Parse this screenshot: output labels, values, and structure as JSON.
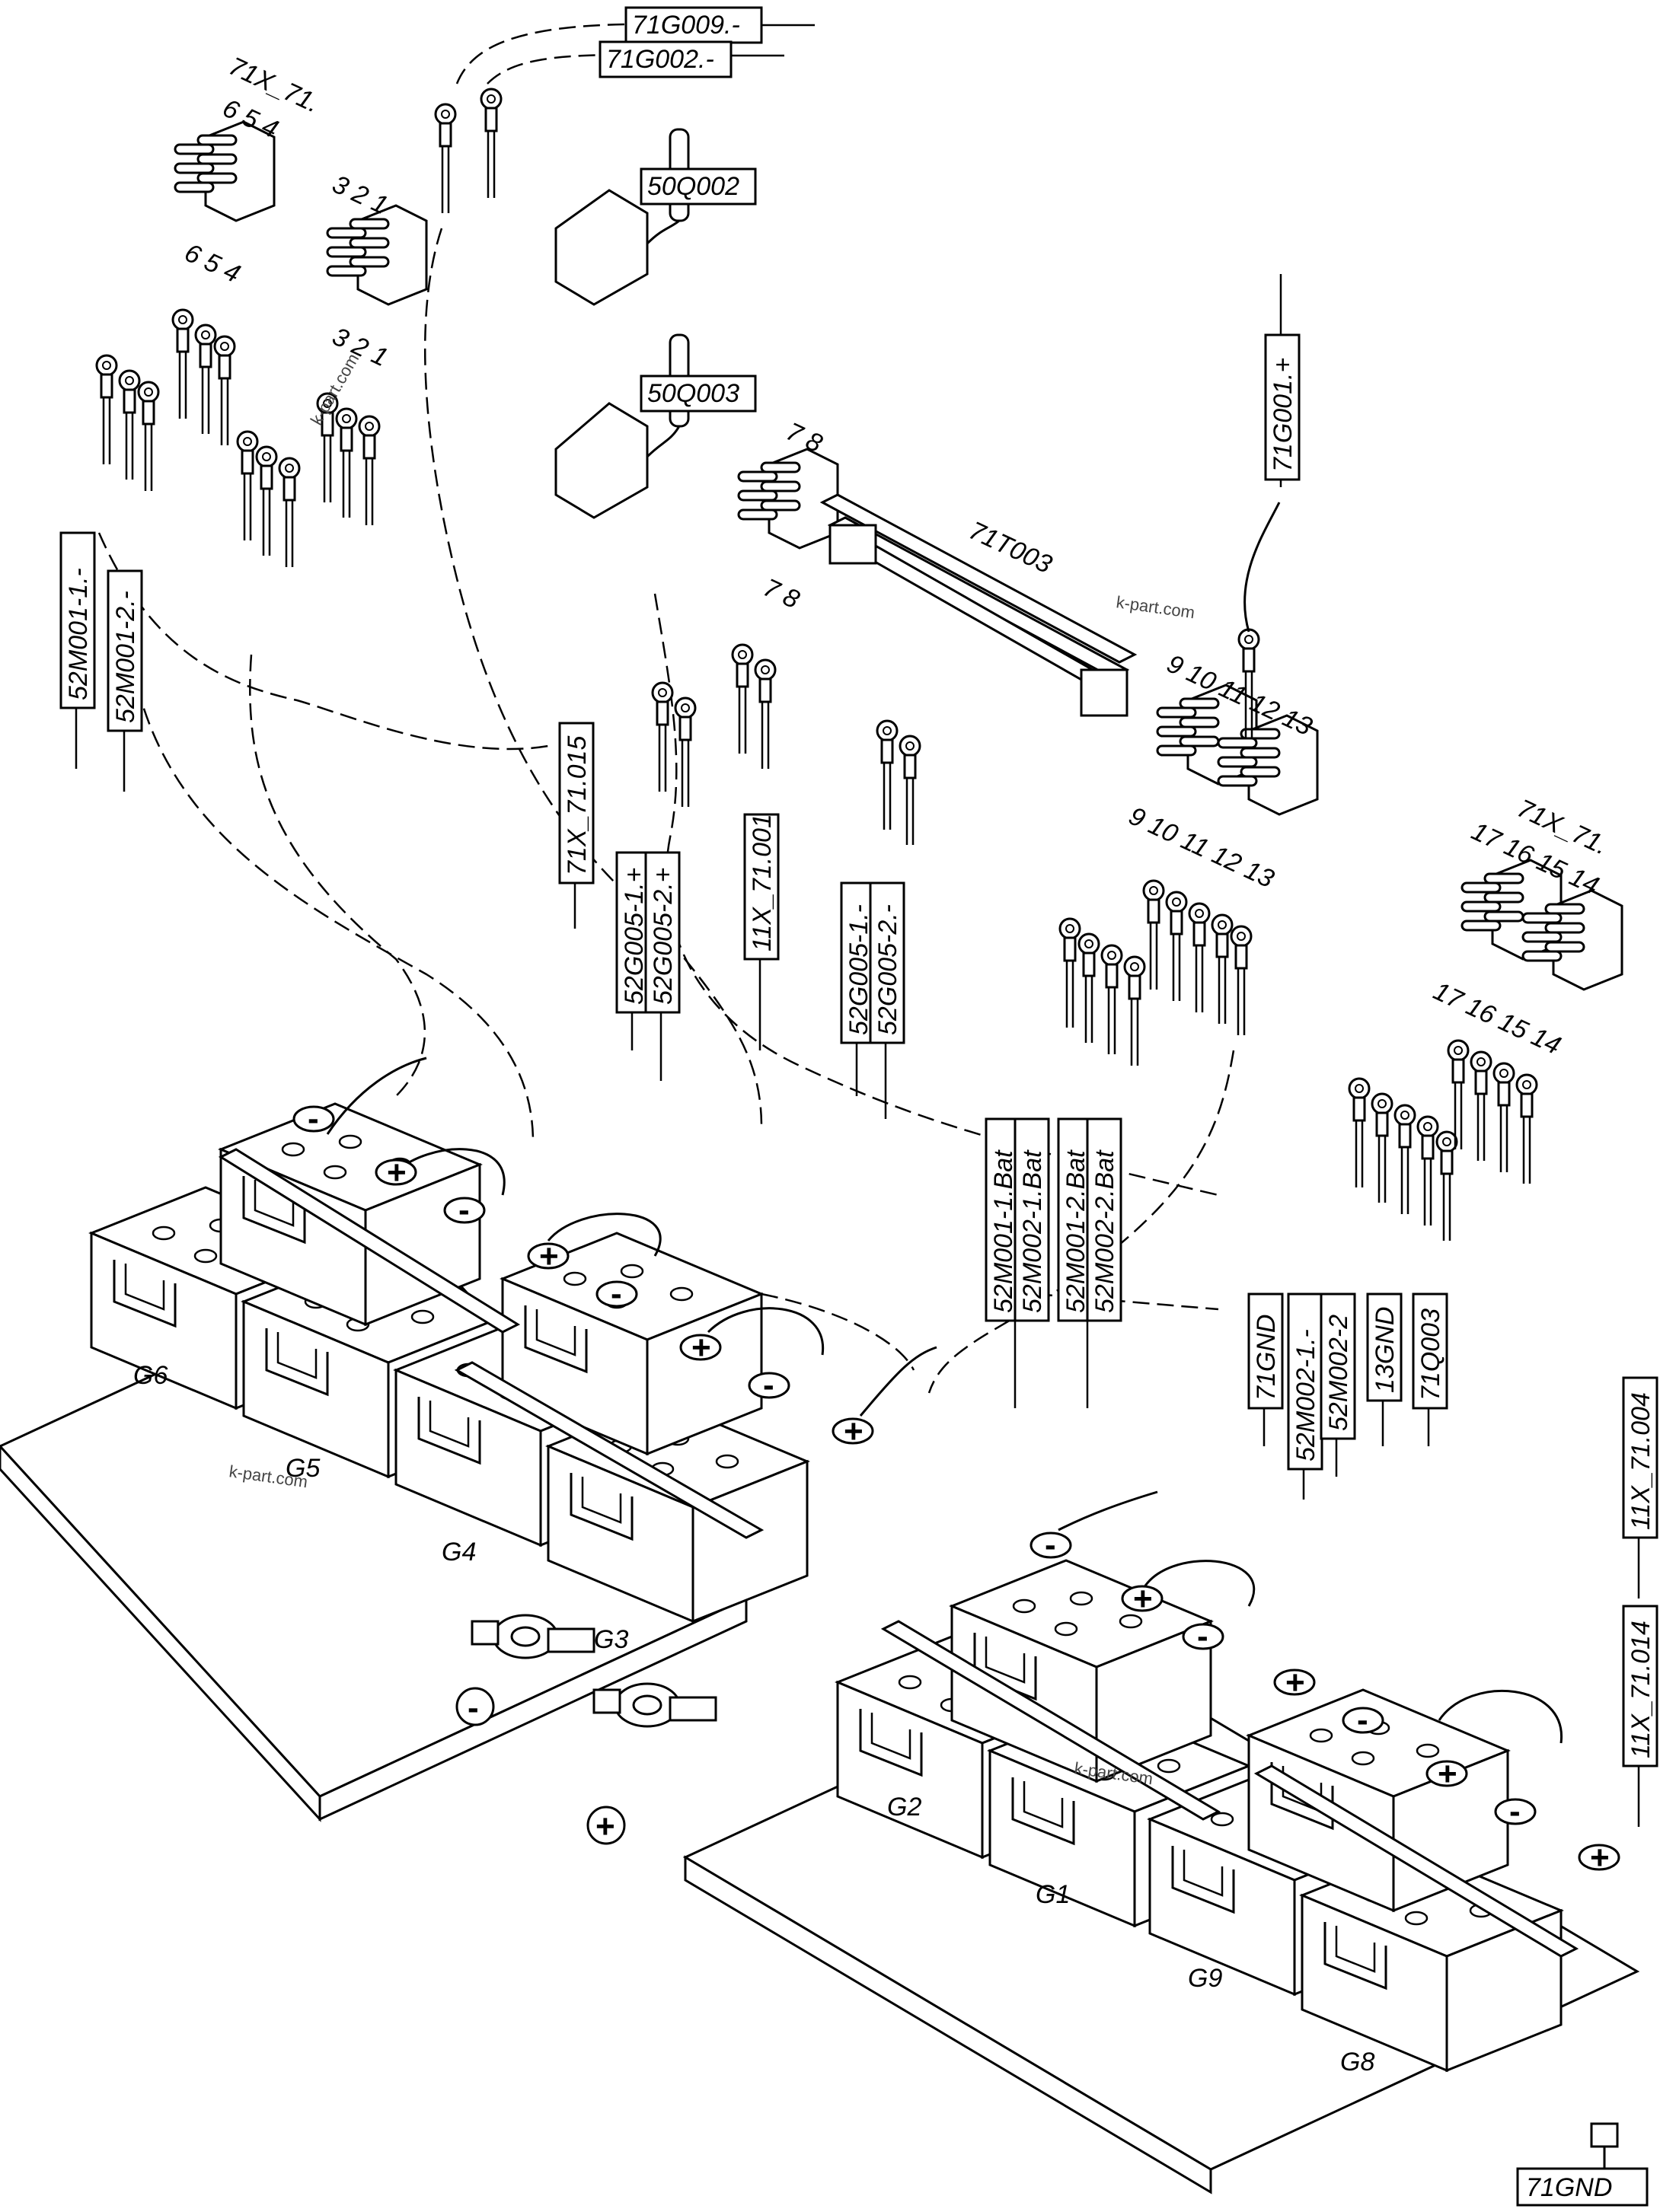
{
  "labels": {
    "g009": "71G009.-",
    "g002": "71G002.-",
    "x71_top": "71X_71.",
    "pins_654": "6 5 4",
    "pins_321": "3 2 1",
    "q002": "50Q002",
    "q003": "50Q003",
    "g001": "71G001.+",
    "pins_78": "7 8",
    "t003": "71T003",
    "pins_9to13": "9 10 11 12 13",
    "x71_right": "71X_71.",
    "pins_17to14": "17 16 15 14",
    "m001_1": "52M001-1.-",
    "m001_2": "52M001-2.-",
    "x71_015": "71X_71.015",
    "g005_1p": "52G005-1.+",
    "g005_2p": "52G005-2.+",
    "x11_001": "11X_71.001",
    "g005_1m": "52G005-1.-",
    "g005_2m": "52G005-2.-",
    "m001_1bat": "52M001-1.Bat",
    "m002_1bat": "52M002-1.Bat",
    "m001_2bat": "52M001-2.Bat",
    "m002_2bat": "52M002-2.Bat",
    "gnd71": "71GND",
    "m002_1": "52M002-1.-",
    "m002_2": "52M002-2",
    "gnd13": "13GND",
    "q003_71": "71Q003",
    "x11_004": "11X_71.004",
    "x11_014": "11X_71.014",
    "gnd_bottom": "71GND",
    "watermark": "k-part.com"
  },
  "batteries": {
    "g6": "G6",
    "g5": "G5",
    "g4": "G4",
    "g3": "G3",
    "g2": "G2",
    "g1": "G1",
    "g9": "G9",
    "g8": "G8"
  },
  "symbols": {
    "minus": "-",
    "plus": "+"
  }
}
